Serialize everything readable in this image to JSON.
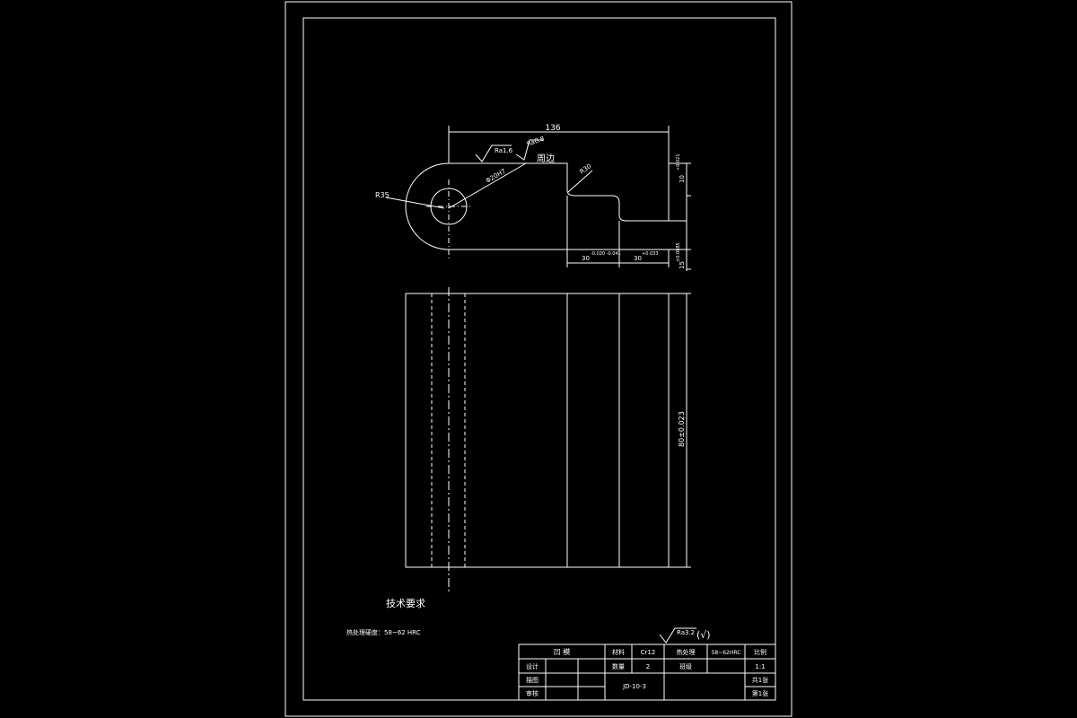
{
  "drawing": {
    "line_color": "#ffffff",
    "background": "#000000",
    "dimensions": {
      "overall_length": "136",
      "radius": "R35",
      "hole": "Φ20H7",
      "height_upper": "10",
      "height_upper_tol": "+0.021",
      "height_lower": "15",
      "height_lower_tol": "±0.0085",
      "width_step1": "30",
      "width_step1_tol": "-0.020\n-0.041",
      "width_step2": "30",
      "width_step2_tol": "+0.033",
      "radius_small": "R30",
      "length_side": "80±0.023"
    },
    "roughness": {
      "r1": "Ra1.6",
      "r2": "Ra0.8",
      "r3": "Ra3.2",
      "r3_suffix": "(√)"
    },
    "note_surround": "周边",
    "tech_title": "技术要求",
    "tech_note": "热处理硬度：58~62 HRC"
  },
  "title_block": {
    "name": "凹  模",
    "material_label": "材料",
    "material": "Cr12",
    "heat_label": "热处理",
    "heat_value": "58~62HRC",
    "scale_label": "比例",
    "scale": "1:1",
    "design_label": "设计",
    "qty_label": "数量",
    "qty": "2",
    "grade_label": "班级",
    "draw_label": "描图",
    "review_label": "审核",
    "drawing_no": "JD-10-3",
    "sheet_total": "共1张",
    "sheet_no": "第1张"
  }
}
